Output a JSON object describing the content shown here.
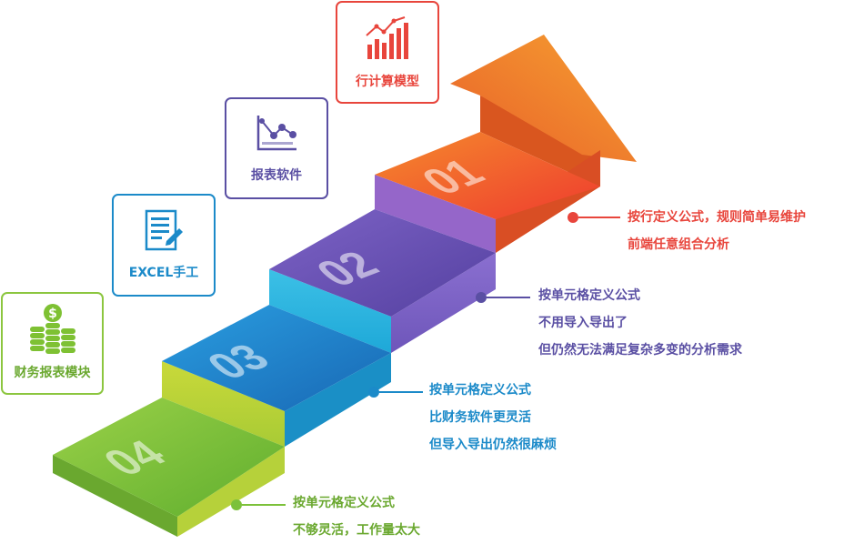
{
  "boxes": {
    "finance_module": {
      "label": "财务报表模块",
      "icon": "coin-stack-icon",
      "color": "#8cc63f"
    },
    "excel": {
      "label": "EXCEL手工",
      "icon": "document-pen-icon",
      "color": "#1b8ac9"
    },
    "report_software": {
      "label": "报表软件",
      "icon": "line-chart-icon",
      "color": "#5a4fa3"
    },
    "row_model": {
      "label": "行计算模型",
      "icon": "bar-trend-chart-icon",
      "color": "#e8453c"
    }
  },
  "steps": {
    "s01": {
      "number": "01",
      "color": "#f26a2a"
    },
    "s02": {
      "number": "02",
      "color": "#6b55b5"
    },
    "s03": {
      "number": "03",
      "color": "#1e88cf"
    },
    "s04": {
      "number": "04",
      "color": "#8cc63f"
    }
  },
  "notes": {
    "n01": {
      "color": "#e8453c",
      "lines": [
        "按行定义公式，规则简单易维护",
        "前端任意组合分析"
      ]
    },
    "n02": {
      "color": "#5a4fa3",
      "lines": [
        "按单元格定义公式",
        "不用导入导出了",
        "但仍然无法满足复杂多变的分析需求"
      ]
    },
    "n03": {
      "color": "#1b8ac9",
      "lines": [
        "按单元格定义公式",
        "比财务软件更灵活",
        "但导入导出仍然很麻烦"
      ]
    },
    "n04": {
      "color": "#7cc13a",
      "lines": [
        "按单元格定义公式",
        "不够灵活，工作量太大"
      ]
    }
  }
}
